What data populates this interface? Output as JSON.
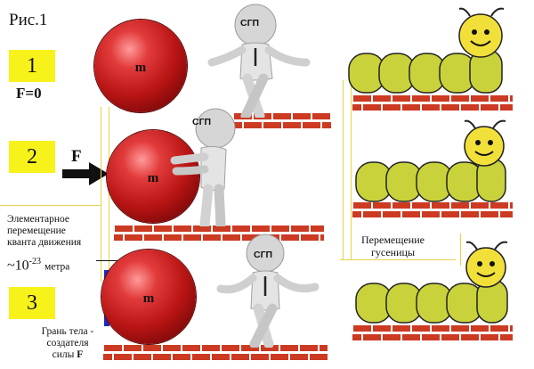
{
  "figure_title": "Рис.1",
  "steps": {
    "step1": {
      "number": "1",
      "force_label": "F=0"
    },
    "step2": {
      "number": "2",
      "force_label": "F"
    },
    "step3": {
      "number": "3"
    }
  },
  "mass_label": "m",
  "sgp_label": "СГП",
  "displacement": {
    "caption_lines": [
      "Элементарное",
      "перемещение",
      "кванта движения"
    ],
    "value_prefix": "~10",
    "exponent": "-23",
    "unit": "метра"
  },
  "face_caption_lines": [
    "Грань тела -",
    "создателя",
    "силы "
  ],
  "face_caption_force": "F",
  "caterpillar_caption_lines": [
    "Перемещение",
    "гусеницы"
  ],
  "colors": {
    "step_box": "#f7f21a",
    "ball": "#c41b1b",
    "guide_line": "#e6d24a",
    "brick": "#cc3a22",
    "caterpillar_body": "#c9d23a",
    "face_bar": "#1c2bbf"
  },
  "icons": [
    "mannequin-figure-icon",
    "caterpillar-icon",
    "force-arrow-icon",
    "brick-wall-icon"
  ]
}
